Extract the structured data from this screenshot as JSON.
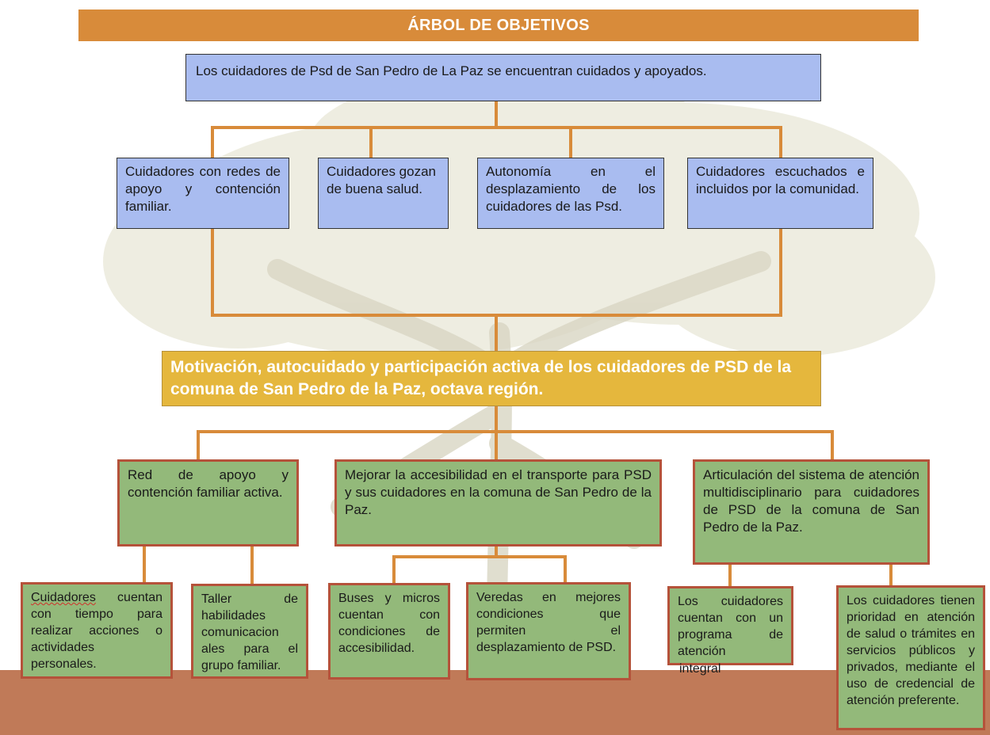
{
  "title": "ÁRBOL DE OBJETIVOS",
  "main_objective": "Los cuidadores de Psd de San Pedro de La Paz se encuentran cuidados y apoyados.",
  "effects": [
    "Cuidadores con redes de apoyo y contención familiar.",
    "Cuidadores gozan de buena salud.",
    "Autonomía en el desplazamiento de los cuidadores de las Psd.",
    "Cuidadores escuchados e incluidos por la comunidad."
  ],
  "central_goal": "Motivación, autocuidado y participación activa de los cuidadores de PSD de la comuna de San Pedro de la Paz, octava región.",
  "means": [
    "Red de apoyo y contención familiar activa.",
    "Mejorar la accesibilidad en el transporte para PSD y sus cuidadores en la comuna de San Pedro de la Paz.",
    "Articulación del sistema de atención multidisciplinario para cuidadores de PSD de la comuna de San Pedro de la Paz."
  ],
  "sub_means": {
    "m1a_word": "Cuidadores",
    "m1a_rest": " cuentan con tiempo para realizar acciones o actividades personales.",
    "m1b": "Taller de habilidades comunicacion ales para el grupo familiar.",
    "m2a": "Buses y micros cuentan con condiciones de accesibilidad.",
    "m2b": "Veredas en mejores condiciones que permiten el desplazamiento de PSD.",
    "m3a": "Los cuidadores cuentan con un programa de atención",
    "m3a_overflow": "integral",
    "m3b": "Los cuidadores tienen prioridad en atención de salud o trámites en servicios públicos y privados, mediante el uso de credencial de atención preferente."
  },
  "colors": {
    "title_bar": "#d88b3a",
    "blue_box": "#a9bcf0",
    "gold_box": "#e5b73d",
    "green_box": "#93b97a",
    "green_border": "#b5523a",
    "connector": "#d88b3a",
    "bottom_band": "#c07a58"
  }
}
